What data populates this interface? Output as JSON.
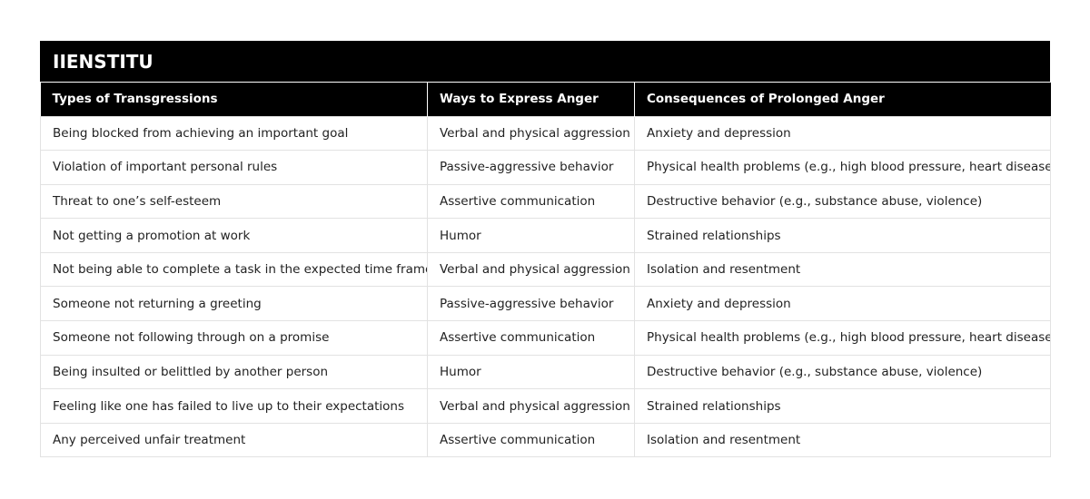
{
  "title": "IIENSTITU",
  "columns": [
    "Types of Transgressions",
    "Ways to Express Anger",
    "Consequences of Prolonged Anger"
  ],
  "rows": [
    [
      "Being blocked from achieving an important goal",
      "Verbal and physical aggression",
      "Anxiety and depression"
    ],
    [
      "Violation of important personal rules",
      "Passive-aggressive behavior",
      "Physical health problems (e.g., high blood pressure, heart disease)"
    ],
    [
      "Threat to one’s self-esteem",
      "Assertive communication",
      "Destructive behavior (e.g., substance abuse, violence)"
    ],
    [
      "Not getting a promotion at work",
      "Humor",
      "Strained relationships"
    ],
    [
      "Not being able to complete a task in the expected time frame",
      "Verbal and physical aggression",
      "Isolation and resentment"
    ],
    [
      "Someone not returning a greeting",
      "Passive-aggressive behavior",
      "Anxiety and depression"
    ],
    [
      "Someone not following through on a promise",
      "Assertive communication",
      "Physical health problems (e.g., high blood pressure, heart disease)"
    ],
    [
      "Being insulted or belittled by another person",
      "Humor",
      "Destructive behavior (e.g., substance abuse, violence)"
    ],
    [
      "Feeling like one has failed to live up to their expectations",
      "Verbal and physical aggression",
      "Strained relationships"
    ],
    [
      "Any perceived unfair treatment",
      "Assertive communication",
      "Isolation and resentment"
    ]
  ]
}
